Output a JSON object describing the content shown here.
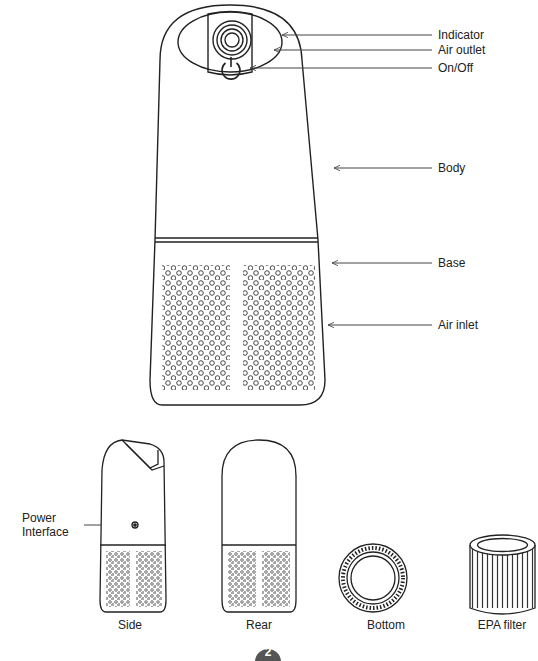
{
  "diagram": {
    "labels": [
      "Indicator",
      "Air outlet",
      "On/Off",
      "Body",
      "Base",
      "Air inlet",
      "Power Interface",
      "Side",
      "Rear",
      "Bottom",
      "EPA filter",
      "2"
    ]
  }
}
